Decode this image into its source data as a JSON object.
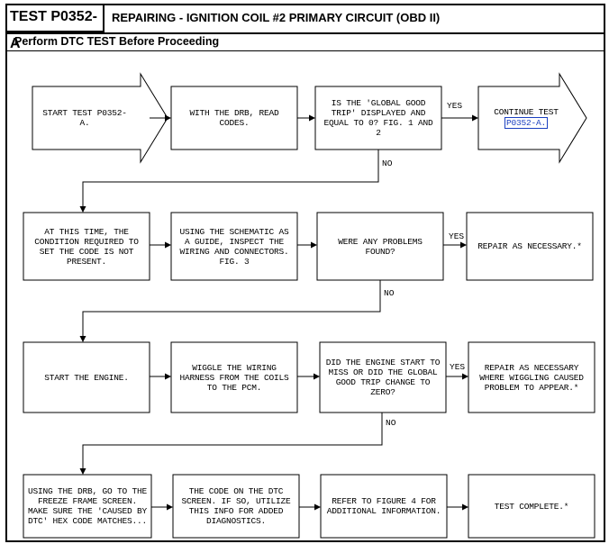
{
  "header": {
    "test_id": "TEST P0352-A",
    "title": "REPAIRING - IGNITION COIL #2 PRIMARY CIRCUIT (OBD II)",
    "subtitle": "Perform DTC TEST Before Proceeding"
  },
  "steps": {
    "start_test": "START TEST P0352-A.",
    "read_codes": "WITH THE DRB, READ CODES.",
    "global_good_trip": "IS THE 'GLOBAL GOOD TRIP' DISPLAYED AND EQUAL TO 0? FIG. 1 AND 2",
    "continue_test_prefix": "CONTINUE TEST",
    "continue_test_link": "P0352-A.",
    "condition_not_present": "AT THIS TIME, THE CONDITION REQUIRED TO SET THE CODE IS NOT PRESENT.",
    "inspect_wiring": "USING THE SCHEMATIC AS A GUIDE, INSPECT THE WIRING AND CONNECTORS. FIG. 3",
    "problems_found": "WERE ANY PROBLEMS FOUND?",
    "repair_as_necessary": "REPAIR AS NECESSARY.*",
    "start_engine": "START THE ENGINE.",
    "wiggle_wiring": "WIGGLE THE WIRING HARNESS FROM THE COILS TO THE PCM.",
    "engine_miss": "DID THE ENGINE START TO MISS OR DID THE GLOBAL GOOD TRIP CHANGE TO ZERO?",
    "repair_wiggling": "REPAIR AS NECESSARY WHERE WIGGLING CAUSED PROBLEM TO APPEAR.*",
    "freeze_frame": "USING THE DRB, GO TO THE FREEZE FRAME SCREEN. MAKE SURE THE 'CAUSED BY DTC' HEX CODE MATCHES...",
    "dtc_screen": "THE CODE ON THE DTC SCREEN. IF SO, UTILIZE THIS INFO FOR ADDED DIAGNOSTICS.",
    "refer_fig4": "REFER TO FIGURE 4 FOR ADDITIONAL INFORMATION.",
    "test_complete": "TEST COMPLETE.*"
  },
  "labels": {
    "yes": "YES",
    "no": "NO"
  }
}
